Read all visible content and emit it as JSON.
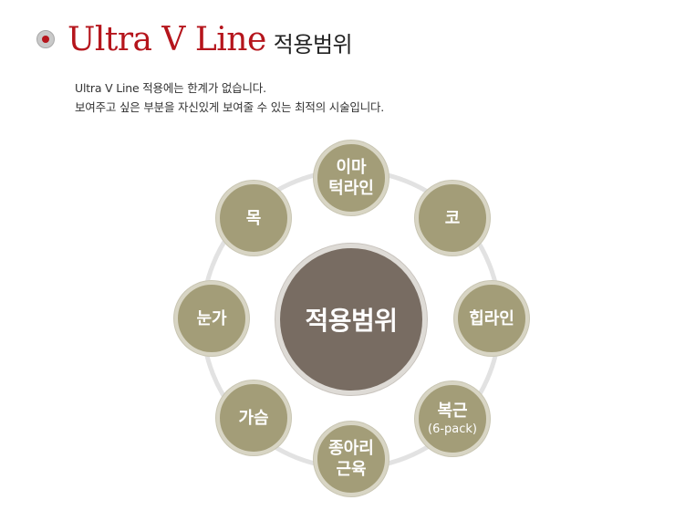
{
  "header": {
    "title_en": "Ultra V Line",
    "title_ko": "적용범위"
  },
  "description": {
    "line1": "Ultra V Line 적용에는 한계가 없습니다.",
    "line2": "보여주고 싶은 부분을 자신있게 보여줄 수 있는 최적의 시술입니다."
  },
  "diagram": {
    "center": "적용범위",
    "nodes": [
      {
        "line1": "이마",
        "line2": "턱라인"
      },
      {
        "line1": "코"
      },
      {
        "line1": "힙라인"
      },
      {
        "line1": "복근",
        "sub": "(6-pack)"
      },
      {
        "line1": "종아리",
        "line2": "근육"
      },
      {
        "line1": "가슴"
      },
      {
        "line1": "눈가"
      },
      {
        "line1": "목"
      }
    ]
  },
  "colors": {
    "title_red": "#b5151c",
    "node_fill": "#a39d78",
    "center_fill": "#786c62",
    "ring": "#e2e2e2"
  }
}
